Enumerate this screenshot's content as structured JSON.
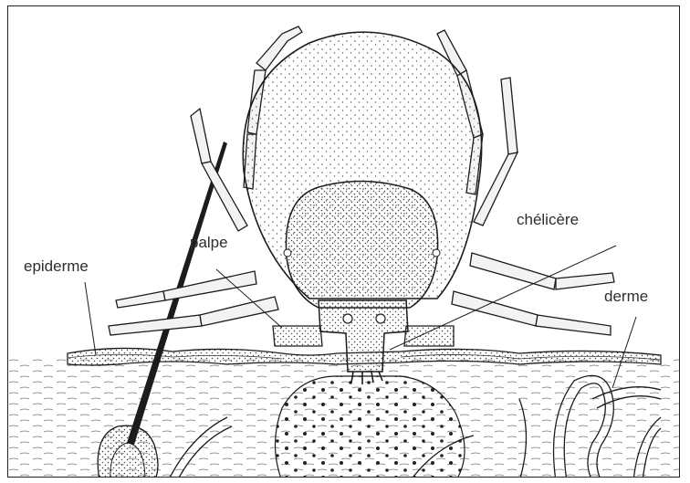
{
  "figure": {
    "labels": {
      "chelicere": "chélicère",
      "palpe": "palpe",
      "epiderme": "epiderme",
      "derme": "derme"
    }
  },
  "colors": {
    "ink": "#1c1c1c",
    "stipple": "#555555",
    "background": "#ffffff"
  }
}
